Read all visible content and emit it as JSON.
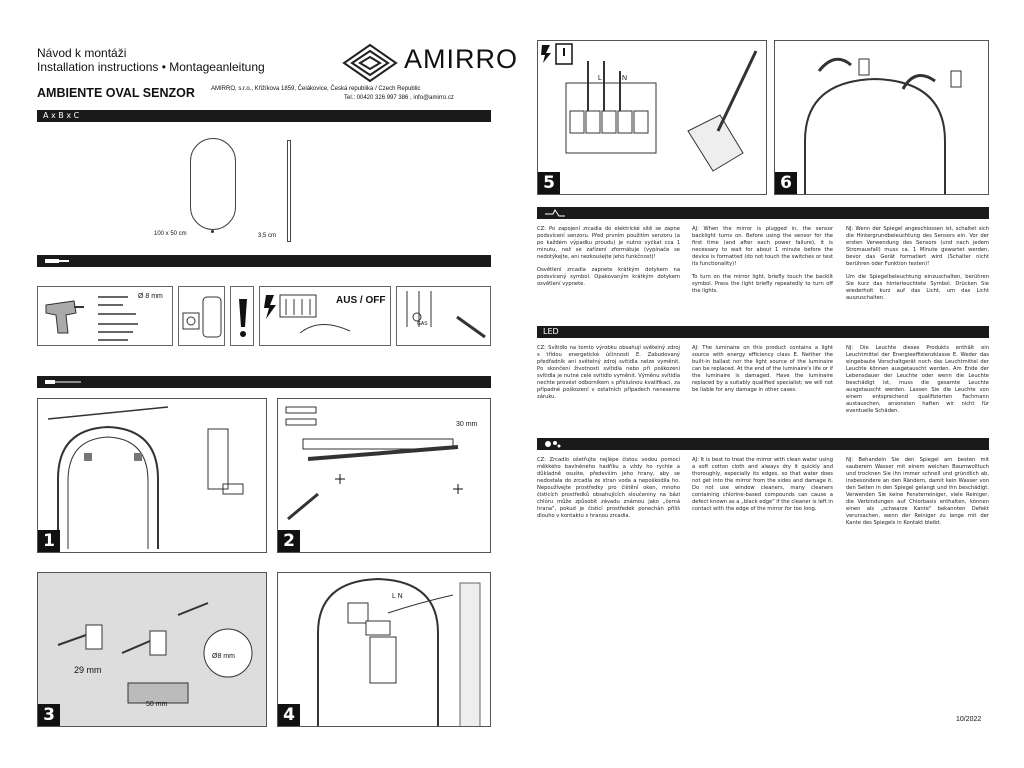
{
  "header": {
    "title_cz": "Návod k montáži",
    "title_line2": "Installation instructions • Montageanleitung",
    "product_name": "AMBIENTE OVAL SENZOR",
    "brand": "AMIRRO",
    "company_line1": "AMIRRO, s.r.o., Křižíkova 1859, Čelákovice, Česká republika / Czech Republic",
    "company_line2": "Tel.: 00420 326 997 386 , info@amirro.cz"
  },
  "sections": {
    "dimensions_bar": "A x B x C",
    "led_bar": "LED"
  },
  "dimensions": {
    "size_label": "100 x 50 cm",
    "depth_label": "3,5 cm"
  },
  "tools": {
    "drill_bit": "Ø 8 mm",
    "switch_label": "AUS / OFF",
    "gas_label": "GAS"
  },
  "steps": {
    "s1": "1",
    "s2": "2",
    "s3": "3",
    "s4": "4",
    "s5": "5",
    "s6": "6",
    "step2_dim": "30 mm",
    "step3_dim1": "29 mm",
    "step3_dim2": "50 mm",
    "step3_drill": "Ø8 mm",
    "step4_ln": "L N",
    "step5_l": "L",
    "step5_n": "N"
  },
  "text": {
    "sensor_cz1": "CZ: Po zapojení zrcadla do elektrické sítě se zapne podsvícení senzoru. Před prvním použitím senzoru (a po každém výpadku proudu) je nutno vyčkat cca 1 minutu, než se zařízení zformátuje (vypínače se nedotýkejte, ani nezkoušejte jeho funkčnost)!",
    "sensor_cz2": "Osvětlení zrcadla zapnete krátkým dotykem na podsvícený symbol. Opakovaným krátkým dotykem osvětlení vypnete.",
    "sensor_aj1": "AJ: When the mirror is plugged in, the sensor backlight turns on. Before using the sensor for the first time (and after each power failure), it is necessary to wait for about 1 minute before the device is formatted (do not touch the switches or test its functionality)!",
    "sensor_aj2": "To turn on the mirror light, briefly touch the backlit symbol. Press the light briefly repeatedly to turn off the lights.",
    "sensor_nj1": "NJ: Wenn der Spiegel angeschlossen ist, schaltet sich die Hintergrundbeleuchtung des Sensors ein. Vor der ersten Verwendung des Sensors (und nach jedem Stromausfall) muss ca. 1 Minute gewartet werden, bevor das Gerät formatiert wird (Schalter nicht berühren oder Funktion testen)!",
    "sensor_nj2": "Um die Spiegelbeleuchtung einzuschalten, berühren Sie kurz das hinterleuchtete Symbol. Drücken Sie wiederholt kurz auf das Licht, um das Licht auszuschalten.",
    "led_cz": "CZ: Svítidlo na tomto výrobku obsahují světelný zdroj s třídou energetické účinnosti E. Zabudovaný předřadník ani světelný zdroj svítidla nelze vyměnit. Po skončení životnosti svítidla nebo při poškození svítidla je nutné celé svítidlo vyměnit. Výměnu svítidla nechte provést odborníkem s příslušnou kvalifikací, za případné poškození v ostatních případech neneseme záruku.",
    "led_aj": "AJ: The luminaire on this product contains a light source with energy efficiency class E. Neither the built-in ballast nor the light source of the luminaire can be replaced. At the end of the luminaire's life or if the luminaire is damaged. Have the luminaire replaced by a suitably qualified specialist; we will not be liable for any damage in other cases.",
    "led_nj": "NJ: Die Leuchte dieses Produkts enthält ein Leuchtmittel der Energieeffizienzklasse E. Weder das eingebaute Vorschaltgerät noch das Leuchtmittel der Leuchte können ausgetauscht werden. Am Ende der Lebensdauer der Leuchte oder wenn die Leuchte beschädigt ist, muss die gesamte Leuchte ausgetauscht werden. Lassen Sie die Leuchte von einem entsprechend qualifizierten Fachmann austauschen, ansonsten haften wir nicht für eventuelle Schäden.",
    "care_cz": "CZ: Zrcadlo ošetřujte nejlépe čistou vodou pomocí měkkého bavlněného hadříku a vždy ho rychle a důkladně osušte, především jeho hrany, aby se nedostala do zrcadla ze stran voda a nepoškodila ho. Nepoužívejte prostředky pro čištění oken, mnoho čisticích prostředků obsahujících sloučeniny na bázi chlóru může způsobit závadu známou jako „černá hrana\", pokud je čisticí prostředek ponechán příliš dlouho v kontaktu s hranou zrcadla.",
    "care_aj": "AJ: It is best to treat the mirror with clean water using a soft cotton cloth and always dry it quickly and thoroughly, especially its edges, so that water does not get into the mirror from the sides and damage it. Do not use window cleaners, many cleaners containing chlorine-based compounds can cause a defect known as a „black edge\" if the cleaner is left in contact with the edge of the mirror for too long.",
    "care_nj": "NJ: Behandeln Sie den Spiegel am besten mit sauberem Wasser mit einem weichen Baumwolltuch und trocknen Sie ihn immer schnell und gründlich ab, insbesondere an den Rändern, damit kein Wasser von den Seiten in den Spiegel gelangt und ihn beschädigt. Verwenden Sie keine Fensterreiniger, viele Reiniger, die Verbindungen auf Chlorbasis enthalten, können einen als „schwarze Kante\" bekannten Defekt verursachen, wenn der Reiniger zu lange mit der Kante des Spiegels in Kontakt bleibt."
  },
  "footer": {
    "date": "10/2022"
  }
}
